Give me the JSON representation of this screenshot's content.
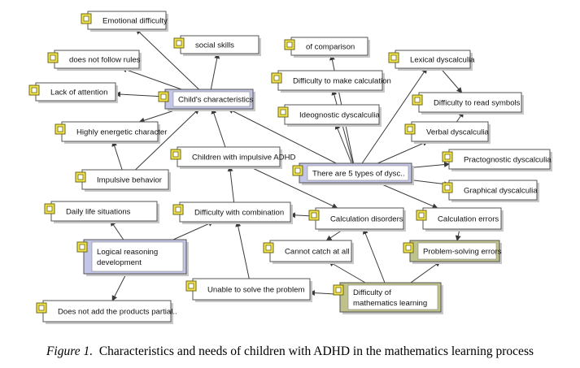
{
  "nodes": [
    {
      "id": "emotional",
      "label": "Emotional difficulty",
      "box": "white"
    },
    {
      "id": "social",
      "label": "social skills",
      "box": "white"
    },
    {
      "id": "rules",
      "label": "does not follow rules",
      "box": "white"
    },
    {
      "id": "attention",
      "label": "Lack of attention",
      "box": "white"
    },
    {
      "id": "child",
      "label": "Child's characteristics",
      "box": "lavender"
    },
    {
      "id": "energetic",
      "label": "Highly energetic character",
      "box": "white"
    },
    {
      "id": "impulsive_adhd",
      "label": "Children with impulsive ADHD",
      "box": "white"
    },
    {
      "id": "impulsive_beh",
      "label": "Impulsive behavior",
      "box": "white"
    },
    {
      "id": "daily",
      "label": "Daily life situations",
      "box": "white"
    },
    {
      "id": "combination",
      "label": "Difficulty with combination",
      "box": "white"
    },
    {
      "id": "logical",
      "label": "Logical reasoning development",
      "box": "lavender"
    },
    {
      "id": "unable",
      "label": "Unable to solve the problem",
      "box": "white"
    },
    {
      "id": "products",
      "label": "Does not add the products partial..",
      "box": "white"
    },
    {
      "id": "comparison",
      "label": "of comparison",
      "box": "white"
    },
    {
      "id": "calc_diff",
      "label": "Difficulty to make calculation",
      "box": "white"
    },
    {
      "id": "ideognostic",
      "label": "Ideognostic dyscalculia",
      "box": "white"
    },
    {
      "id": "lexical",
      "label": "Lexical dyscalculia",
      "box": "white"
    },
    {
      "id": "read_symbols",
      "label": "Difficulty to read symbols",
      "box": "white"
    },
    {
      "id": "verbal",
      "label": "Verbal dyscalculia",
      "box": "white"
    },
    {
      "id": "five_types",
      "label": "There are 5 types of dysc..",
      "box": "lavender"
    },
    {
      "id": "practo",
      "label": "Practognostic dyscalculia",
      "box": "white"
    },
    {
      "id": "graphical",
      "label": "Graphical dyscalculia",
      "box": "white"
    },
    {
      "id": "calc_dis",
      "label": "Calculation disorders",
      "box": "white"
    },
    {
      "id": "calc_err",
      "label": "Calculation errors",
      "box": "white"
    },
    {
      "id": "cannot_catch",
      "label": "Cannot catch at all",
      "box": "white"
    },
    {
      "id": "problem_err",
      "label": "Problem-solving errors",
      "box": "olive"
    },
    {
      "id": "math_learning",
      "label": "Difficulty of mathematics learning",
      "box": "olive"
    }
  ],
  "caption": {
    "figure_label": "Figure 1.",
    "text": "Characteristics and needs of children with ADHD in the mathematics learning process"
  },
  "colors": {
    "node_border": "#555555",
    "node_fill": "#ffffff",
    "node_shadow": "#c8c8c8",
    "lavender_fill": "#c3c6e6",
    "olive_fill": "#bfc28a",
    "icon_fill": "#f2e34a",
    "icon_border": "#6c6a1a",
    "edge": "#3a3a3a"
  }
}
